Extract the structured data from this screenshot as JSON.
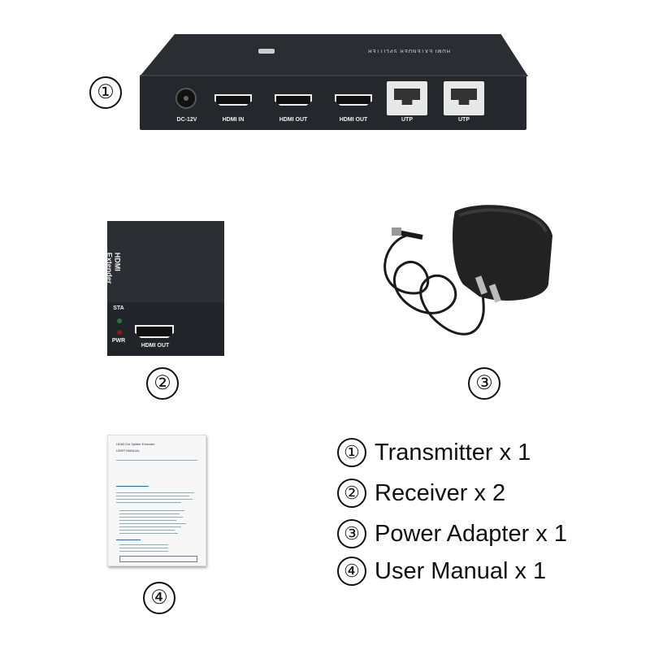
{
  "items": [
    {
      "marker": "1",
      "name": "Transmitter x 1"
    },
    {
      "marker": "2",
      "name": "Receiver x 2"
    },
    {
      "marker": "3",
      "name": "Power Adapter x 1"
    },
    {
      "marker": "4",
      "name": "User Manual x 1"
    }
  ],
  "transmitter": {
    "top_label": "HDMI EXTENDER SPLITTER",
    "ports": [
      "DC-12V",
      "HDMI IN",
      "HDMI OUT",
      "HDMI OUT",
      "UTP",
      "UTP"
    ]
  },
  "receiver": {
    "side_label": "HDMI Extender",
    "led_labels": [
      "STA",
      "PWR"
    ],
    "port_label": "HDMI OUT"
  },
  "manual": {
    "title": "HDMI Ext Splitter Extender",
    "subtitle": "USER MANUAL"
  },
  "colors": {
    "device_body": "#24272c",
    "sta_led": "#1e7a3a",
    "pwr_led": "#8a1a1a"
  }
}
